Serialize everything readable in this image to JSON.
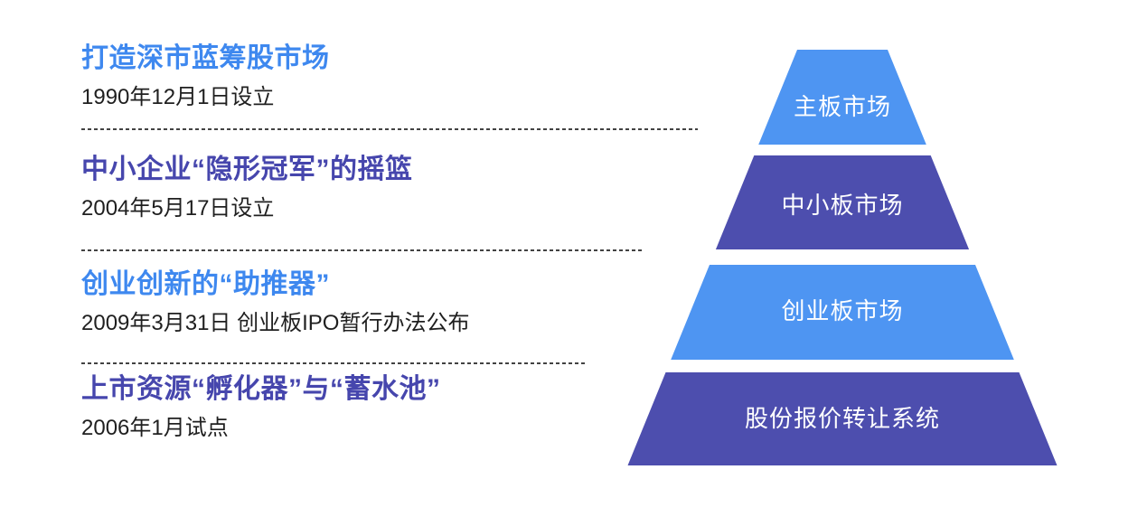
{
  "colors": {
    "background": "#FFFFFF",
    "title_blue": "#3E88EF",
    "title_indigo": "#4646AD",
    "pyramid_blue": "#4E95F2",
    "pyramid_indigo": "#4D4EAE",
    "subtitle_text": "#1F1F1F",
    "divider": "#424242",
    "pyramid_label_text": "#FFFFFF"
  },
  "timeline": {
    "items": [
      {
        "title": "打造深市蓝筹股市场",
        "subtitle": "1990年12月1日设立",
        "accent": "blue"
      },
      {
        "title": "中小企业“隐形冠军”的摇篮",
        "subtitle": "2004年5月17日设立",
        "accent": "indigo"
      },
      {
        "title": "创业创新的“助推器”",
        "subtitle": "2009年3月31日 创业板IPO暂行办法公布",
        "accent": "blue"
      },
      {
        "title": "上市资源“孵化器”与“蓄水池”",
        "subtitle": "2006年1月试点",
        "accent": "indigo"
      }
    ]
  },
  "pyramid": {
    "layers": [
      {
        "label": "主板市场",
        "color_key": "pyramid_blue"
      },
      {
        "label": "中小板市场",
        "color_key": "pyramid_indigo"
      },
      {
        "label": "创业板市场",
        "color_key": "pyramid_blue"
      },
      {
        "label": "股份报价转让系统",
        "color_key": "pyramid_indigo"
      }
    ]
  }
}
